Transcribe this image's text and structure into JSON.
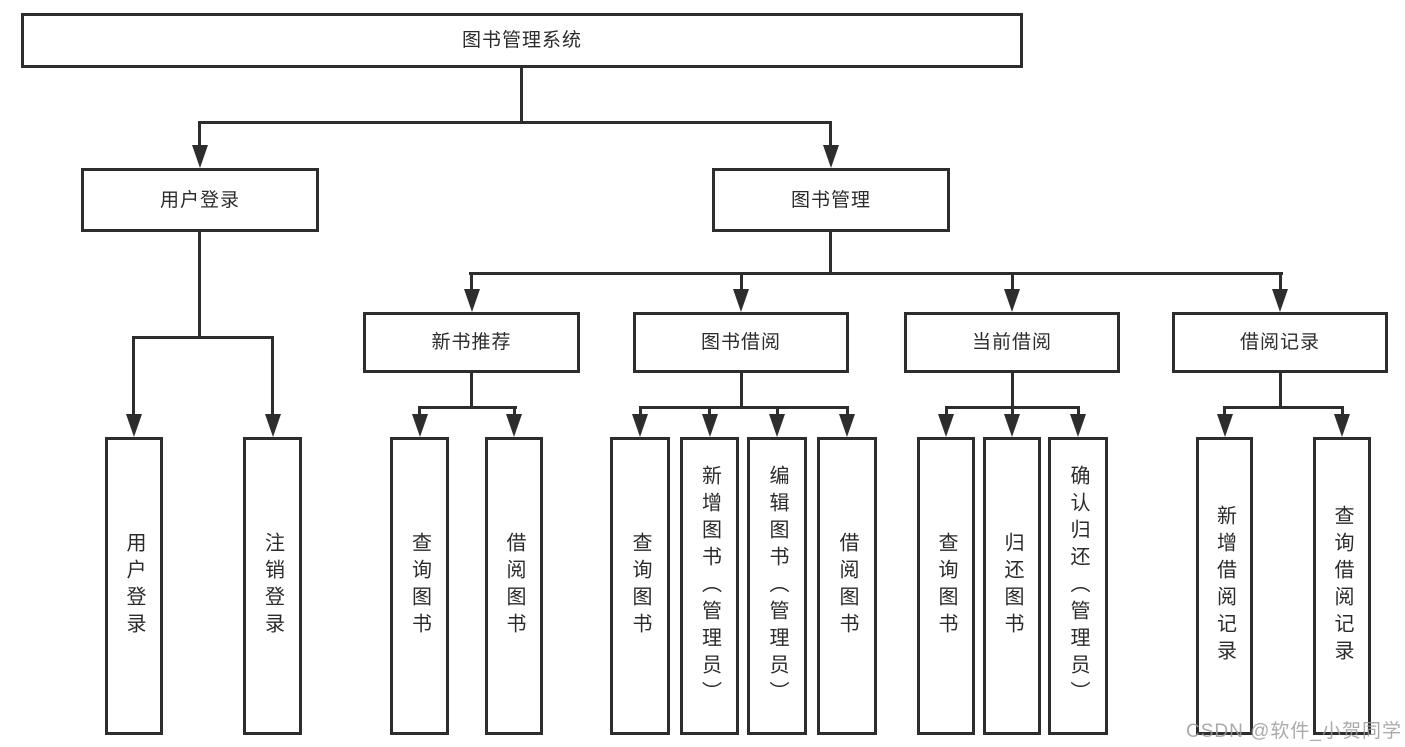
{
  "diagram": {
    "root": {
      "label": "图书管理系统"
    },
    "level2": [
      {
        "label": "用户登录"
      },
      {
        "label": "图书管理"
      }
    ],
    "level3": [
      {
        "label": "新书推荐"
      },
      {
        "label": "图书借阅"
      },
      {
        "label": "当前借阅"
      },
      {
        "label": "借阅记录"
      }
    ],
    "leaves": [
      {
        "label": "用户登录"
      },
      {
        "label": "注销登录"
      },
      {
        "label": "查询图书"
      },
      {
        "label": "借阅图书"
      },
      {
        "label": "查询图书"
      },
      {
        "label": "新增图书（管理员）"
      },
      {
        "label": "编辑图书（管理员）"
      },
      {
        "label": "借阅图书"
      },
      {
        "label": "查询图书"
      },
      {
        "label": "归还图书"
      },
      {
        "label": "确认归还（管理员）"
      },
      {
        "label": "新增借阅记录"
      },
      {
        "label": "查询借阅记录"
      }
    ],
    "watermark": "CSDN @软件_小贺同学",
    "colors": {
      "line": "#2d2d2d",
      "text": "#2b2b2b",
      "watermark": "#9c9c9c",
      "background": "#ffffff"
    }
  }
}
